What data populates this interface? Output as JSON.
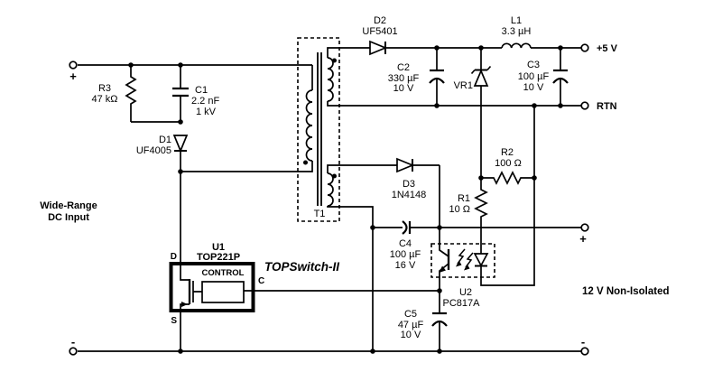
{
  "labels": {
    "family": "TOPSwitch-II",
    "input1": "Wide-Range",
    "input2": "DC Input",
    "out5": "+5 V",
    "rtn": "RTN",
    "out12": "12 V Non-Isolated",
    "plus": "+",
    "minus": "-"
  },
  "components": {
    "r3": {
      "ref": "R3",
      "value": "47 kΩ"
    },
    "c1": {
      "ref": "C1",
      "value": "2.2 nF",
      "rating": "1 kV"
    },
    "d1": {
      "ref": "D1",
      "value": "UF4005"
    },
    "t1": {
      "ref": "T1"
    },
    "d2": {
      "ref": "D2",
      "value": "UF5401"
    },
    "l1": {
      "ref": "L1",
      "value": "3.3 µH"
    },
    "c2": {
      "ref": "C2",
      "value": "330 µF",
      "rating": "10 V"
    },
    "vr1": {
      "ref": "VR1"
    },
    "c3": {
      "ref": "C3",
      "value": "100 µF",
      "rating": "10 V"
    },
    "d3": {
      "ref": "D3",
      "value": "1N4148"
    },
    "r2": {
      "ref": "R2",
      "value": "100 Ω"
    },
    "r1": {
      "ref": "R1",
      "value": "10 Ω"
    },
    "c4": {
      "ref": "C4",
      "value": "100 µF",
      "rating": "16 V"
    },
    "c5": {
      "ref": "C5",
      "value": "47 µF",
      "rating": "10 V"
    },
    "u1": {
      "ref": "U1",
      "part": "TOP221P",
      "control": "CONTROL",
      "pin_d": "D",
      "pin_c": "C",
      "pin_s": "S"
    },
    "u2": {
      "ref": "U2",
      "part": "PC817A"
    }
  },
  "colors": {
    "line": "#000000",
    "background": "#ffffff"
  }
}
